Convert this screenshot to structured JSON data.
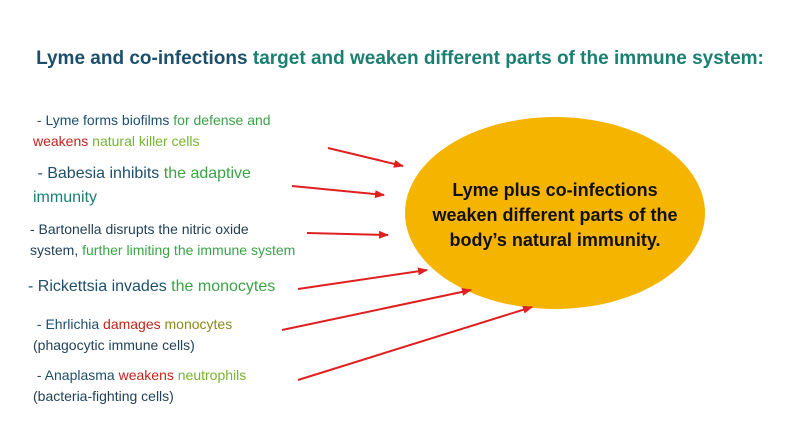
{
  "title": {
    "part1": "Lyme and co-infections ",
    "part2": "target and weaken different parts of the immune system:"
  },
  "items": [
    {
      "line1": [
        {
          "t": "- Lyme forms biofilms ",
          "c": "navy"
        },
        {
          "t": "for defense and",
          "c": "green"
        }
      ],
      "line2": [
        {
          "t": "weakens ",
          "c": "red"
        },
        {
          "t": "natural killer cells",
          "c": "lime"
        }
      ]
    },
    {
      "line1": [
        {
          "t": "- Babesia inhibits ",
          "c": "navy"
        },
        {
          "t": "the adaptive",
          "c": "green"
        }
      ],
      "line2": [
        {
          "t": "immunity",
          "c": "teal"
        }
      ]
    },
    {
      "line1": [
        {
          "t": "- Bartonella disrupts the nitric oxide",
          "c": "dark"
        }
      ],
      "line2": [
        {
          "t": "system, ",
          "c": "dark"
        },
        {
          "t": "further limiting the immune system",
          "c": "green"
        }
      ]
    },
    {
      "line1": [
        {
          "t": "- Rickettsia invades ",
          "c": "navy"
        },
        {
          "t": "the monocytes",
          "c": "green"
        }
      ]
    },
    {
      "line1": [
        {
          "t": "- Ehrlichia ",
          "c": "navy"
        },
        {
          "t": "damages ",
          "c": "red"
        },
        {
          "t": "monocytes",
          "c": "olive"
        }
      ],
      "line2": [
        {
          "t": "(phagocytic immune cells)",
          "c": "dark"
        }
      ]
    },
    {
      "line1": [
        {
          "t": "- Anaplasma ",
          "c": "navy"
        },
        {
          "t": "weakens ",
          "c": "red"
        },
        {
          "t": "neutrophils",
          "c": "lime"
        }
      ],
      "line2": [
        {
          "t": "(bacteria-fighting cells)",
          "c": "dark"
        }
      ]
    }
  ],
  "ellipse": {
    "line1": "Lyme plus co-infections",
    "line2": "weaken different parts of the",
    "line3": "body’s natural immunity.",
    "color": "#f5b400"
  },
  "colors": {
    "arrow": "#e02020",
    "ellipse": "#f5b400"
  }
}
